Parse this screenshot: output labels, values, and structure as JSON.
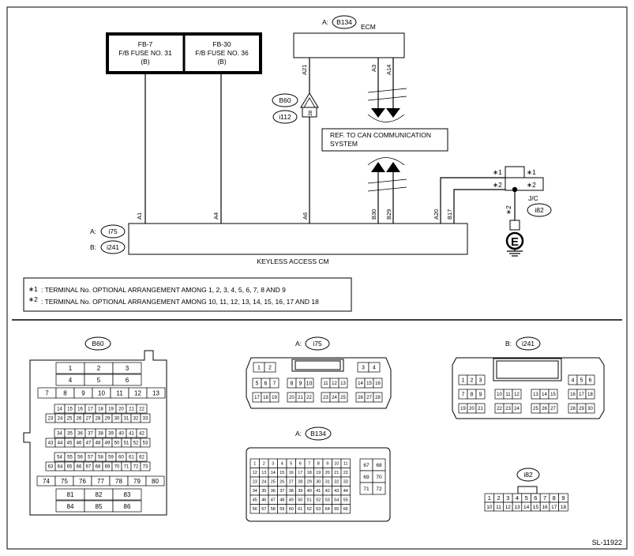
{
  "ecm": {
    "prefix": "A:",
    "code": "B134",
    "name": "ECM",
    "pins": [
      "A21",
      "A3",
      "A14"
    ]
  },
  "fuses": [
    {
      "id": "FB-7",
      "name": "F/B FUSE NO. 31",
      "color": "(B)"
    },
    {
      "id": "FB-30",
      "name": "F/B FUSE NO. 36",
      "color": "(B)"
    }
  ],
  "b60_connector": {
    "top": "B60",
    "bottom": "i112",
    "pin": "38"
  },
  "can": {
    "line1": "REF. TO CAN COMMUNICATION",
    "line2": "SYSTEM"
  },
  "cm": {
    "name": "KEYLESS ACCESS CM",
    "prefix_a": "A:",
    "code_a": "i75",
    "prefix_b": "B:",
    "code_b": "i241",
    "pins": [
      "A1",
      "A4",
      "A6",
      "B30",
      "B29",
      "A20",
      "B17"
    ]
  },
  "jc": {
    "label": "J/C",
    "code": "i82",
    "mark1": "∗1",
    "mark2": "∗2"
  },
  "ground": {
    "symbol": "E"
  },
  "notes": [
    {
      "mark": "∗1",
      "text": ": TERMINAL No. OPTIONAL ARRANGEMENT AMONG 1, 2, 3, 4, 5, 6, 7, 8 AND 9"
    },
    {
      "mark": "∗2",
      "text": ": TERMINAL No. OPTIONAL ARRANGEMENT AMONG 10, 11, 12, 13, 14, 15, 16, 17 AND 18"
    }
  ],
  "connectors": {
    "b60": {
      "label": "B60"
    },
    "i75": {
      "prefix": "A:",
      "label": "i75"
    },
    "i241": {
      "prefix": "B:",
      "label": "i241"
    },
    "b134": {
      "prefix": "A:",
      "label": "B134"
    },
    "i82": {
      "label": "i82"
    }
  },
  "figure_code": "SL-11922"
}
